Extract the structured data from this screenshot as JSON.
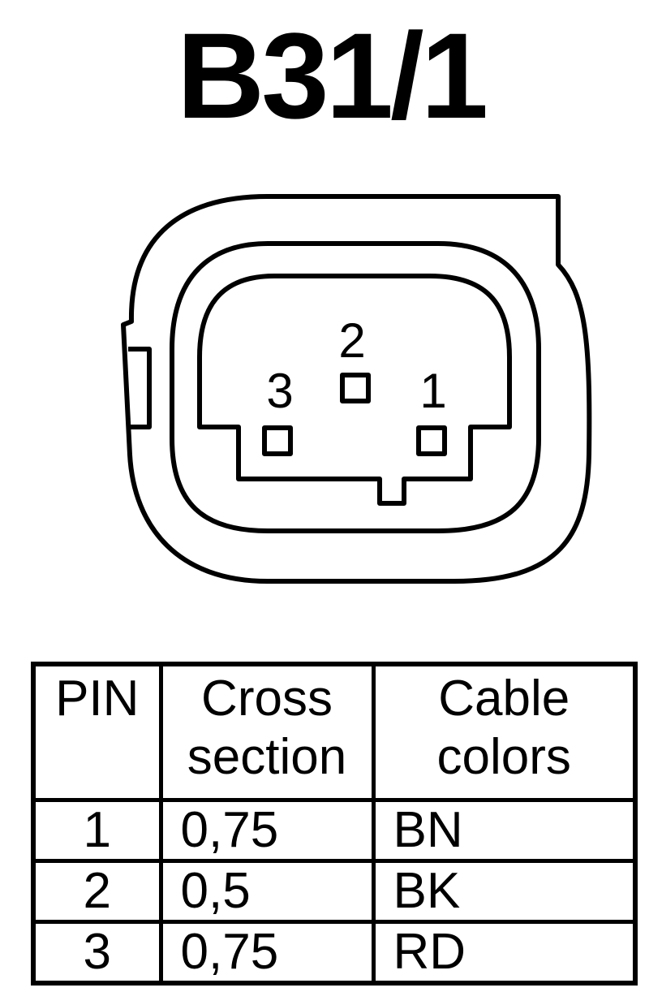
{
  "title": "B31/1",
  "connector": {
    "pins": [
      {
        "label": "1"
      },
      {
        "label": "2"
      },
      {
        "label": "3"
      }
    ]
  },
  "table": {
    "headers": {
      "pin": "PIN",
      "cross_section": [
        "Cross",
        "section"
      ],
      "cable_colors": [
        "Cable",
        "colors"
      ]
    },
    "rows": [
      {
        "pin": "1",
        "cross_section": "0,75",
        "color": "BN"
      },
      {
        "pin": "2",
        "cross_section": "0,5",
        "color": "BK"
      },
      {
        "pin": "3",
        "cross_section": "0,75",
        "color": "RD"
      }
    ]
  }
}
